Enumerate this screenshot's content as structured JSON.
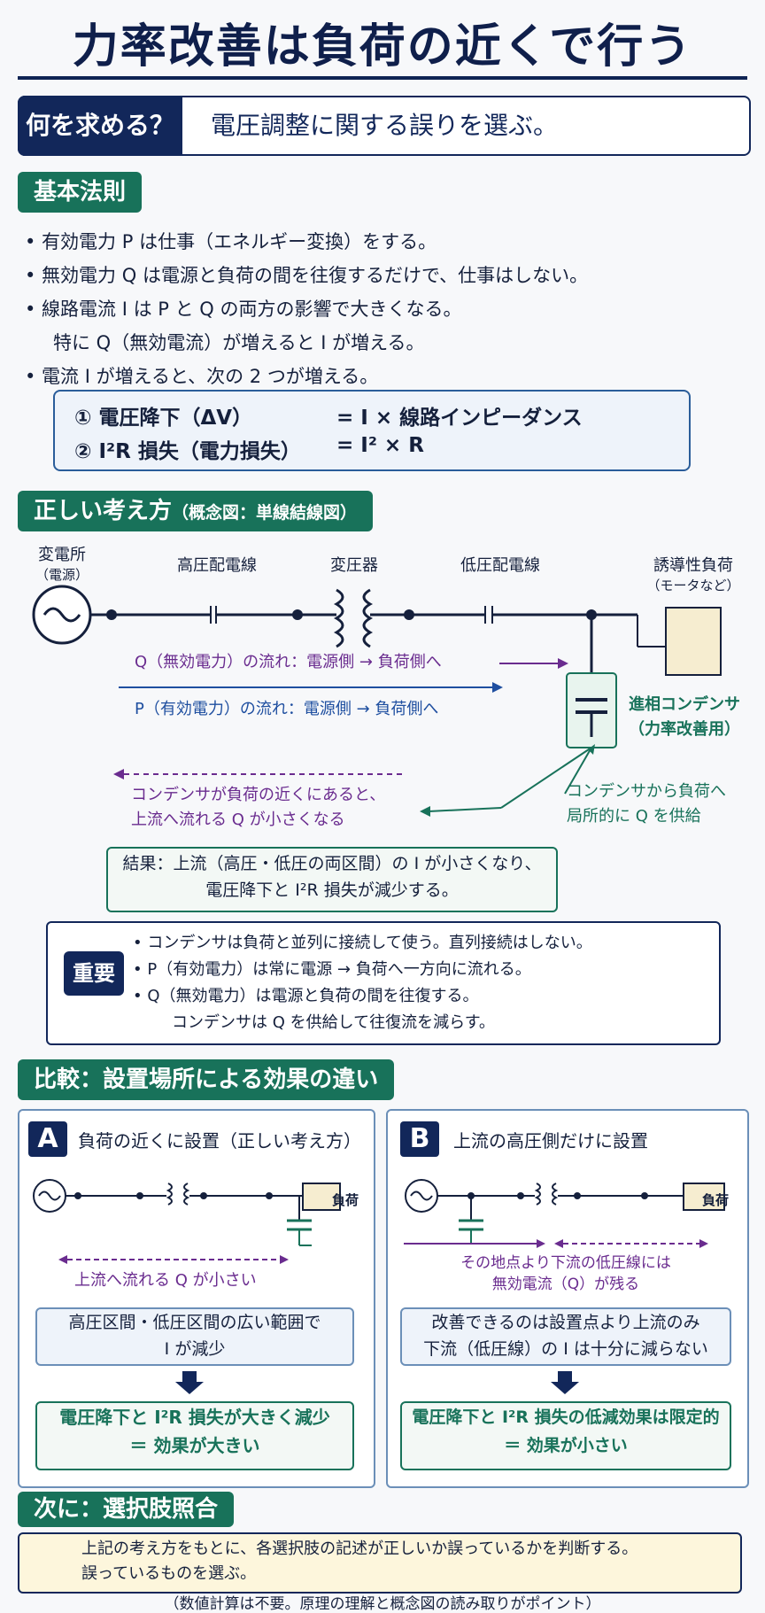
{
  "title": "力率改善は負荷の近くで行う",
  "question": {
    "tag": "何を求める？",
    "text": "電圧調整に関する誤りを選ぶ。"
  },
  "basic": {
    "heading": "基本法則",
    "b1": "• 有効電力 P は仕事（エネルギー変換）をする。",
    "b2": "• 無効電力 Q は電源と負荷の間を往復するだけで、仕事はしない。",
    "b3": "• 線路電流 I は P と Q の両方の影響で大きくなる。",
    "b3b": "特に Q（無効電流）が増えると I が増える。",
    "b4": "• 電流 I が増えると、次の 2 つが増える。",
    "f1_left": "① 電圧降下（ΔV）",
    "f1_right": "=  I × 線路インピーダンス",
    "f2_left": "② I²R 損失（電力損失）",
    "f2_right": "=  I² × R"
  },
  "correct": {
    "heading": "正しい考え方",
    "heading_sub": "（概念図：単線結線図）",
    "substation": "変電所",
    "substation_sub": "（電源）",
    "hv_line": "高圧配電線",
    "transformer": "変圧器",
    "lv_line": "低圧配電線",
    "load": "誘導性負荷",
    "load_sub": "（モータなど）",
    "q_flow": "Q（無効電力）の流れ：電源側 → 負荷側へ",
    "p_flow": "P（有効電力）の流れ：電源側 → 負荷側へ",
    "capacitor": "進相コンデンサ",
    "capacitor_sub": "（力率改善用）",
    "note_left_1": "コンデンサが負荷の近くにあると、",
    "note_left_2": "上流へ流れる Q が小さくなる",
    "note_right_1": "コンデンサから負荷へ",
    "note_right_2": "局所的に Q を供給",
    "result_1": "結果：上流（高圧・低圧の両区間）の I が小さくなり、",
    "result_2": "電圧降下と I²R 損失が減少する。"
  },
  "important": {
    "tag": "重要",
    "l1": "• コンデンサは負荷と並列に接続して使う。直列接続はしない。",
    "l2": "• P（有効電力）は常に電源 → 負荷へ一方向に流れる。",
    "l3": "• Q（無効電力）は電源と負荷の間を往復する。",
    "l4": "コンデンサは Q を供給して往復流を減らす。"
  },
  "compare": {
    "heading": "比較：設置場所による効果の違い",
    "a": {
      "letter": "A",
      "title": "負荷の近くに設置（正しい考え方）",
      "load": "負荷",
      "flow_note": "上流へ流れる Q が小さい",
      "box1_1": "高圧区間・低圧区間の広い範囲で",
      "box1_2": "I が減少",
      "box2_1": "電圧降下と I²R 損失が大きく減少",
      "box2_2": "＝ 効果が大きい"
    },
    "b": {
      "letter": "B",
      "title": "上流の高圧側だけに設置",
      "load": "負荷",
      "flow_note_1": "その地点より下流の低圧線には",
      "flow_note_2": "無効電流（Q）が残る",
      "box1_1": "改善できるのは設置点より上流のみ",
      "box1_2": "下流（低圧線）の I は十分に減らない",
      "box2_1": "電圧降下と I²R 損失の低減効果は限定的",
      "box2_2": "＝ 効果が小さい"
    }
  },
  "next": {
    "heading": "次に：選択肢照合",
    "l1": "上記の考え方をもとに、各選択肢の記述が正しいか誤っているかを判断する。",
    "l2": "誤っているものを選ぶ。",
    "foot": "（数値計算は不要。原理の理解と概念図の読み取りがポイント）"
  },
  "colors": {
    "navy": "#12275a",
    "green": "#18725a",
    "purple": "#6a2c8f",
    "blue": "#1f4fa0",
    "load_fill": "#f6edd0"
  }
}
